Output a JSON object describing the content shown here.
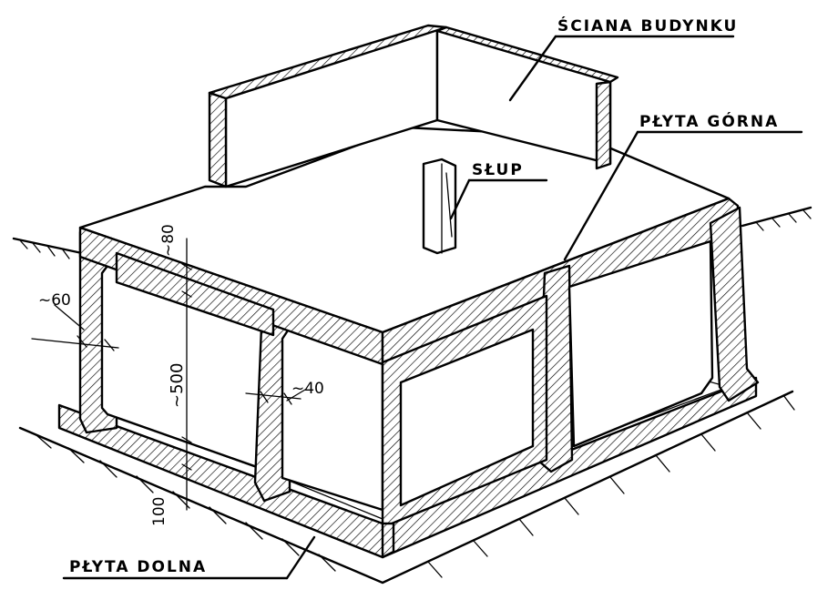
{
  "labels": {
    "building_wall": "ŚCIANA BUDYNKU",
    "top_slab": "PŁYTA GÓRNA",
    "column": "SŁUP",
    "bottom_slab": "PŁYTA DOLNA"
  },
  "dimensions": {
    "top_slab_thickness": "~80",
    "side_wall_thickness": "~60",
    "chamber_height": "~500",
    "inner_wall_thickness": "~40",
    "bottom_slab_thickness": "100"
  }
}
